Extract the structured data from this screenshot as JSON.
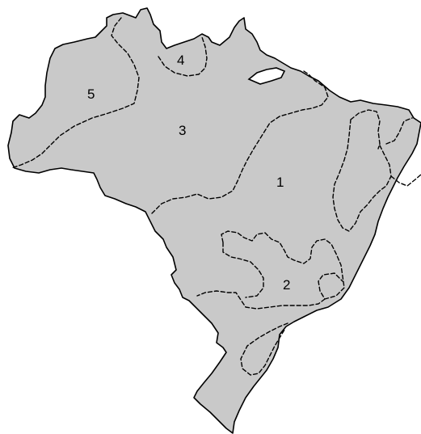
{
  "map": {
    "region_labels": [
      "1",
      "2",
      "3",
      "4",
      "5"
    ]
  },
  "colors": {
    "land": "#c9c9c9",
    "outline": "#000000",
    "background": "#ffffff"
  }
}
